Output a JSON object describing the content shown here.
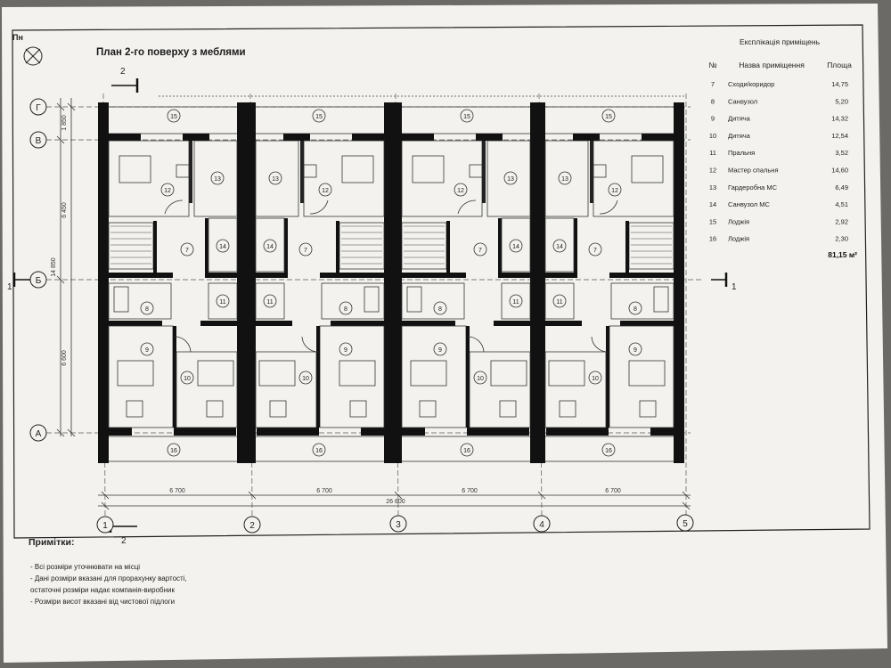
{
  "north_label": "Пн",
  "title": "План 2-го поверху з меблями",
  "section_mark": "2",
  "section_mark_side": "1",
  "axes": {
    "letters": [
      "Г",
      "В",
      "Б",
      "А"
    ],
    "numbers": [
      "1",
      "2",
      "3",
      "4",
      "5"
    ]
  },
  "dims": {
    "vertical": [
      "1 850",
      "6 450",
      "14 850",
      "6 600"
    ],
    "bays": [
      "6 700",
      "6 700",
      "6 700",
      "6 700"
    ],
    "total": "26 800"
  },
  "unit_rooms": [
    "15",
    "13",
    "12",
    "7",
    "14",
    "8",
    "11",
    "9",
    "10",
    "16"
  ],
  "explication": {
    "title": "Експлікація приміщень",
    "headers": [
      "№",
      "Назва приміщення",
      "Площа"
    ],
    "rows": [
      {
        "no": "7",
        "name": "Сходи/коридор",
        "area": "14,75"
      },
      {
        "no": "8",
        "name": "Санвузол",
        "area": "5,20"
      },
      {
        "no": "9",
        "name": "Дитяча",
        "area": "14,32"
      },
      {
        "no": "10",
        "name": "Дитяча",
        "area": "12,54"
      },
      {
        "no": "11",
        "name": "Пральня",
        "area": "3,52"
      },
      {
        "no": "12",
        "name": "Мастер спальня",
        "area": "14,60"
      },
      {
        "no": "13",
        "name": "Гардеробна МС",
        "area": "6,49"
      },
      {
        "no": "14",
        "name": "Санвузол МС",
        "area": "4,51"
      },
      {
        "no": "15",
        "name": "Лоджія",
        "area": "2,92"
      },
      {
        "no": "16",
        "name": "Лоджія",
        "area": "2,30"
      }
    ],
    "total": "81,15 м²"
  },
  "notes": {
    "title": "Примітки:",
    "items": [
      "- Всі розміри уточнювати на місці",
      "- Дані розміри вказані для прорахунку вартості,",
      "остаточні розміри надає компанія-виробник",
      "- Розміри висот вказані від чистової підлоги"
    ]
  }
}
